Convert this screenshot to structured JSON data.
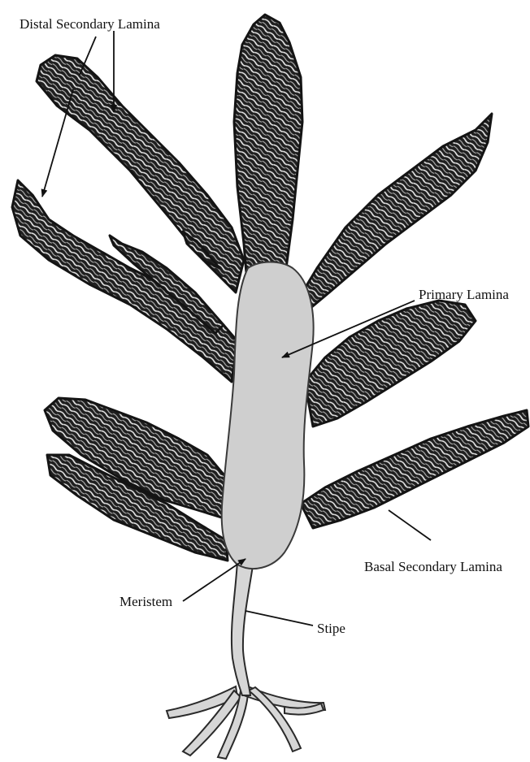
{
  "labels": {
    "distal_secondary_lamina": "Distal Secondary Lamina",
    "primary_lamina": "Primary Lamina",
    "basal_secondary_lamina": "Basal Secondary Lamina",
    "meristem": "Meristem",
    "stipe": "Stipe"
  },
  "colors": {
    "blade_dark": "#1e1e1e",
    "primary_lamina_fill": "#cfcfcf",
    "stipe_fill": "#d6d6d6",
    "line": "#111111",
    "background": "#ffffff"
  }
}
